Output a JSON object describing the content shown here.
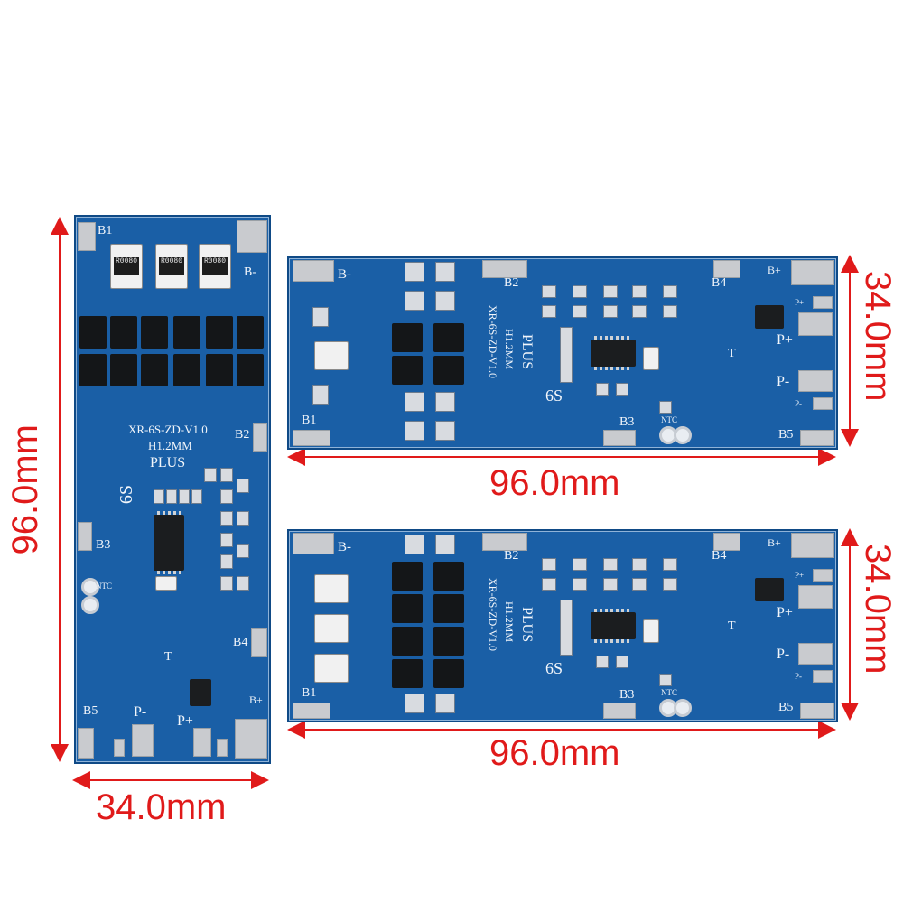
{
  "dimensions": {
    "left_height": "96.0mm",
    "left_width": "34.0mm",
    "top_width": "96.0mm",
    "top_height": "34.0mm",
    "bottom_width": "96.0mm",
    "bottom_height": "34.0mm"
  },
  "board_left": {
    "model": "XR-6S-ZD-V1.0",
    "thickness": "H1.2MM",
    "edition": "PLUS",
    "series": "6S",
    "pads": {
      "b1": "B1",
      "b_minus": "B-",
      "b2": "B2",
      "b3": "B3",
      "b4": "B4",
      "b5": "B5",
      "b_plus": "B+",
      "p_minus": "P-",
      "p_plus": "P+"
    },
    "resistor_code": "R0080",
    "ntc": "NTC",
    "t": "T"
  },
  "board_top": {
    "model": "XR-6S-ZD-V1.0",
    "thickness": "H1.2MM",
    "edition": "PLUS",
    "series": "6S",
    "pads": {
      "b1": "B1",
      "b_minus": "B-",
      "b2": "B2",
      "b3": "B3",
      "b4": "B4",
      "b5": "B5",
      "b_plus": "B+",
      "p_minus": "P-",
      "p_plus": "P+"
    },
    "ntc": "NTC",
    "t": "T"
  },
  "board_bottom": {
    "model": "XR-6S-ZD-V1.0",
    "thickness": "H1.2MM",
    "edition": "PLUS",
    "series": "6S",
    "pads": {
      "b1": "B1",
      "b_minus": "B-",
      "b2": "B2",
      "b3": "B3",
      "b4": "B4",
      "b5": "B5",
      "b_plus": "B+",
      "p_minus": "P-",
      "p_plus": "P+"
    },
    "ntc": "NTC",
    "t": "T"
  },
  "colors": {
    "pcb": "#1a5fa6",
    "dimension": "#e01a1a"
  }
}
